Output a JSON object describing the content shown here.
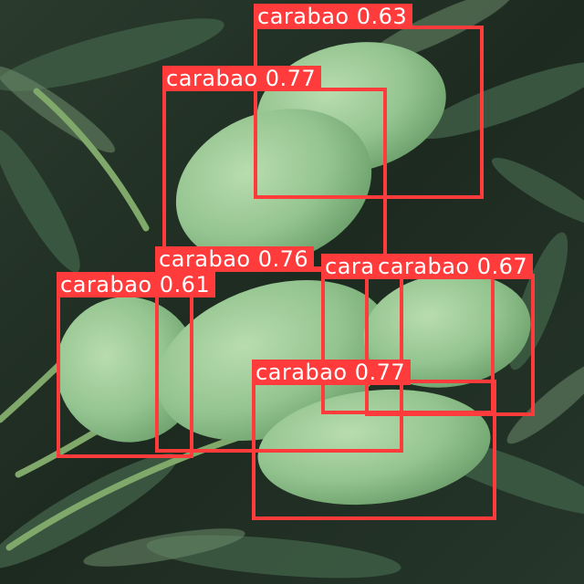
{
  "image": {
    "subject": "",
    "palette": {
      "foliage_dark": "#1e2a20",
      "foliage_mid": "#3c5a42",
      "foliage_light": "#6f8f6e",
      "mango": "#93c48f",
      "mango_highlight": "#b6dcae",
      "stem": "#7fa86a"
    }
  },
  "box_color": "#ff3b3b",
  "detections": [
    {
      "label": "carabao",
      "score": "0.63"
    },
    {
      "label": "carabao",
      "score": "0.77"
    },
    {
      "label": "carabao",
      "score": "0.76"
    },
    {
      "label": "carabao",
      "score": "0.61"
    },
    {
      "label": "carabao",
      "score": "0.67"
    },
    {
      "label": "carabao",
      "score": "0.77"
    }
  ]
}
